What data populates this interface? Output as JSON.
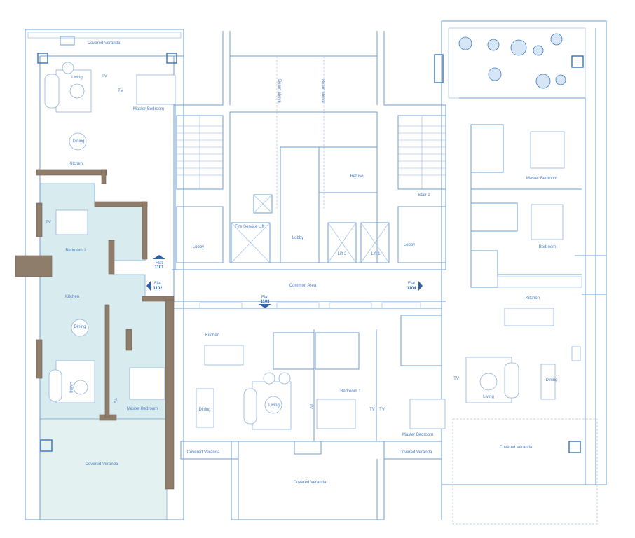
{
  "colors": {
    "wall_line": "#6f9dd3",
    "structural_wall": "#8f7d6c",
    "highlighted_flat": "#d8ebee",
    "highlighted_veranda": "#e3f1f1",
    "label_text": "#4a7cc0",
    "entrance_marker": "#2d62aa"
  },
  "highlighted_flat": "1102",
  "flat_1101": {
    "covered_veranda": "Covered Veranda",
    "living": "Living",
    "tv_1": "TV",
    "tv_2": "TV",
    "master_bedroom": "Master Bedroom",
    "dining": "Dining",
    "kitchen": "Kitchen"
  },
  "flat_1102": {
    "tv_bedroom": "TV",
    "bedroom_1": "Bedroom 1",
    "kitchen": "Kitchen",
    "dining": "Dining",
    "living": "Living",
    "tv_living": "TV",
    "master_bedroom": "Master Bedroom",
    "covered_veranda": "Covered Veranda"
  },
  "flat_1103": {
    "kitchen": "Kitchen",
    "dining": "Dining",
    "living": "Living",
    "tv_1": "TV",
    "bedroom_1": "Bedroom 1",
    "tv_2": "TV",
    "tv_3": "TV",
    "master_bedroom": "Master Bedroom",
    "covered_veranda_left": "Covered Veranda",
    "covered_veranda_center": "Covered Veranda",
    "covered_veranda_right": "Covered Veranda"
  },
  "flat_1104": {
    "master_bedroom": "Master Bedroom",
    "bedroom": "Bedroom",
    "kitchen": "Kitchen",
    "tv": "TV",
    "living": "Living",
    "dining": "Dining",
    "covered_veranda": "Covered Veranda"
  },
  "core": {
    "beam_above_1": "Beam above",
    "beam_above_2": "Beam above",
    "refuse": "Refuse",
    "stair_2": "Stair 2",
    "fire_service_lift": "Fire Service Lift",
    "lobby_left": "Lobby",
    "lobby_center": "Lobby",
    "lobby_right": "Lobby",
    "lift_2": "Lift 2",
    "lift_1": "Lift 1",
    "common_area": "Common Area"
  },
  "entrances": [
    {
      "label": "Flat",
      "number": "1101",
      "direction": "up"
    },
    {
      "label": "Flat",
      "number": "1102",
      "direction": "left"
    },
    {
      "label": "Flat",
      "number": "1103",
      "direction": "down"
    },
    {
      "label": "Flat",
      "number": "1104",
      "direction": "right"
    }
  ]
}
